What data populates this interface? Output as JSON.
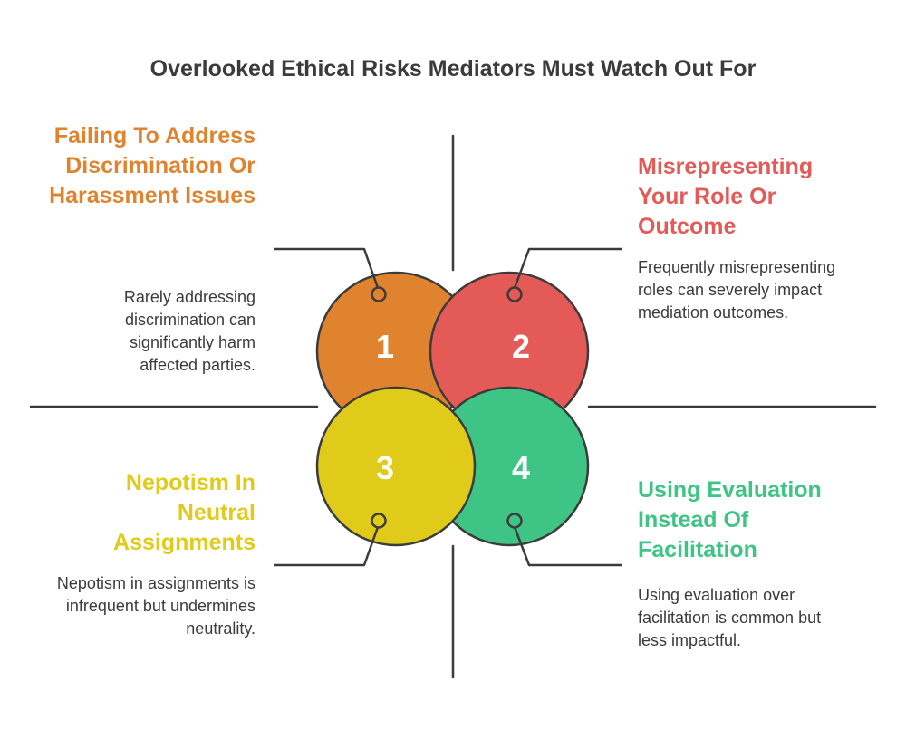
{
  "title": "Overlooked Ethical Risks Mediators Must Watch Out For",
  "items": [
    {
      "number": "1",
      "heading": "Failing To Address Discrimination Or Harassment Issues",
      "description": "Rarely addressing discrimination can significantly harm affected parties.",
      "color": "#e0832f"
    },
    {
      "number": "2",
      "heading": "Misrepresenting Your Role Or Outcome",
      "description": "Frequently misrepresenting roles can severely impact mediation outcomes.",
      "color": "#e35a57"
    },
    {
      "number": "3",
      "heading": "Nepotism In Neutral Assignments",
      "description": "Nepotism in assignments is infrequent but undermines neutrality.",
      "color": "#e0cb1b"
    },
    {
      "number": "4",
      "heading": "Using Evaluation Instead Of Facilitation",
      "description": "Using evaluation over facilitation is common but less impactful.",
      "color": "#3ec585"
    }
  ],
  "colors": {
    "outline": "#3b3b3b",
    "text": "#3b3b3b"
  }
}
